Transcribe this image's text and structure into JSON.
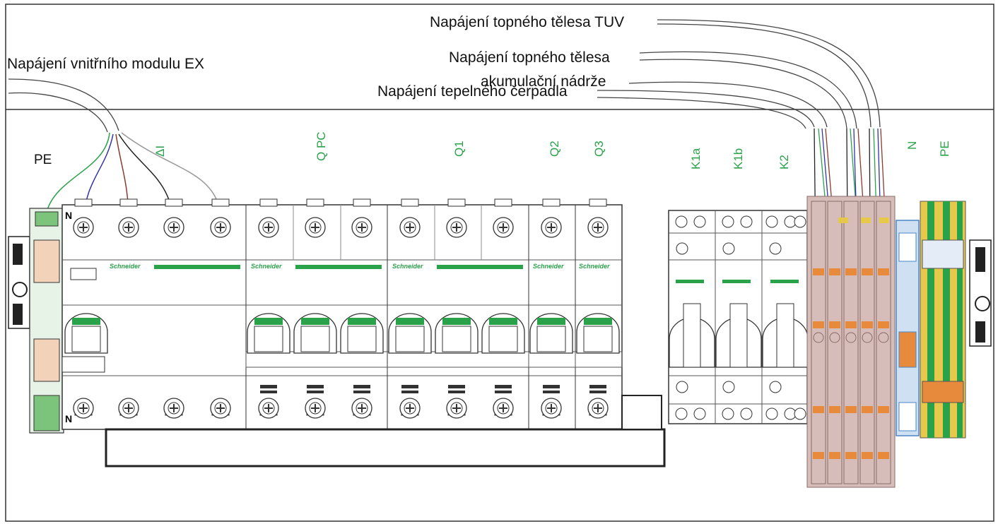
{
  "labels": {
    "tuv": "Napájení topného tělesa TUV",
    "tank_1": "Napájení topného tělesa",
    "tank_2": "akumulační nádrže",
    "heat_pump": "Napájení tepelného čerpadla",
    "module": "Napájení vnitřního modulu EX"
  },
  "devices": {
    "pe_left": "PE",
    "rcd": "ΔI",
    "qpc": "Q PC",
    "q1": "Q1",
    "q2": "Q2",
    "q3": "Q3",
    "k1a": "K1a",
    "k1b": "K1b",
    "k2": "K2",
    "n_right": "N",
    "pe_right": "PE"
  },
  "terminals": {
    "n_top": "N",
    "n_bottom": "N"
  },
  "brand": "Schneider",
  "colors": {
    "accent_green": "#2aa24a",
    "wire_blue": "#3333aa",
    "wire_brown": "#8b3a2a",
    "wire_black": "#222222",
    "wire_grey": "#999999",
    "terminal_block": "#c9a9a6",
    "orange": "#e88a3c",
    "n_blue": "#4a86c6",
    "pe_yellow": "#e6c84a"
  }
}
